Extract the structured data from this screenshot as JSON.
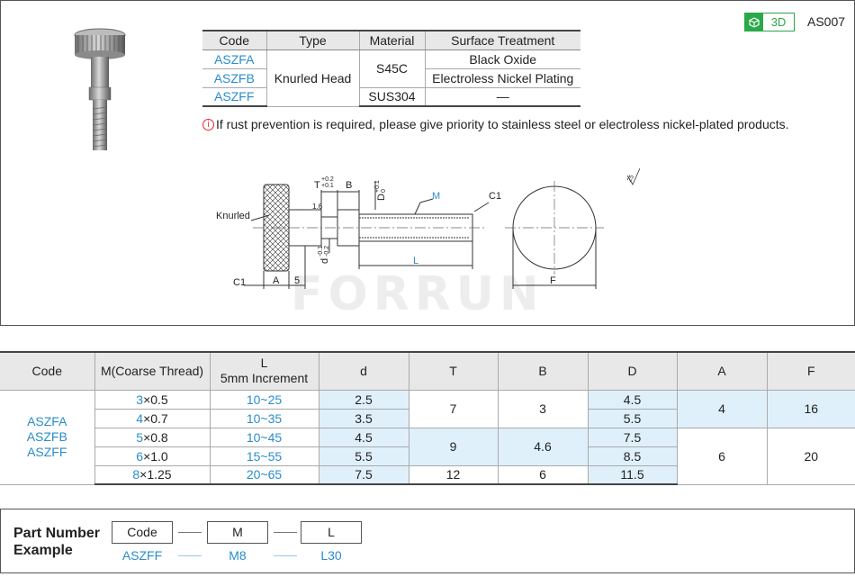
{
  "header": {
    "badge_label": "3D",
    "badge_icon": "cube-icon",
    "model_code": "AS007",
    "accent": "#2aa84a",
    "link_color": "#2a8ccc"
  },
  "material_table": {
    "headers": [
      "Code",
      "Type",
      "Material",
      "Surface Treatment"
    ],
    "codes": [
      "ASZFA",
      "ASZFB",
      "ASZFF"
    ],
    "type": "Knurled Head",
    "materials": [
      "S45C",
      "SUS304"
    ],
    "surface": [
      "Black Oxide",
      "Electroless Nickel Plating",
      "—"
    ]
  },
  "note": {
    "icon": "info-icon",
    "text": "If rust prevention is required, please give priority to stainless steel or electroless nickel-plated products."
  },
  "drawing": {
    "labels": {
      "knurled": "Knurled",
      "c1_left": "C1",
      "c1_right": "C1",
      "a": "A",
      "five": "5",
      "t": "T",
      "t_tol_top": "+0.2",
      "t_tol_bot": "+0.1",
      "b": "B",
      "d_upper": "D",
      "d_upper_tol_top": "+0.1",
      "d_upper_tol_bot": "0",
      "m": "M",
      "l": "L",
      "d_lower": "d",
      "d_lower_tol_top": "-0.1",
      "d_lower_tol_bot": "-0.2",
      "f": "F",
      "r16": "1.6",
      "r25": "25"
    },
    "watermark": "FORRUN"
  },
  "spec_table": {
    "headers": {
      "code": "Code",
      "m": "M(Coarse Thread)",
      "l_line1": "L",
      "l_line2": "5mm Increment",
      "d": "d",
      "t": "T",
      "b": "B",
      "D": "D",
      "a": "A",
      "f": "F"
    },
    "codes": [
      "ASZFA",
      "ASZFB",
      "ASZFF"
    ],
    "rows": [
      {
        "m_size": "3",
        "m_pitch": "×0.5",
        "l": "10~25",
        "d": "2.5",
        "D": "4.5"
      },
      {
        "m_size": "4",
        "m_pitch": "×0.7",
        "l": "10~35",
        "d": "3.5",
        "D": "5.5"
      },
      {
        "m_size": "5",
        "m_pitch": "×0.8",
        "l": "10~45",
        "d": "4.5",
        "D": "7.5"
      },
      {
        "m_size": "6",
        "m_pitch": "×1.0",
        "l": "15~55",
        "d": "5.5",
        "D": "8.5"
      },
      {
        "m_size": "8",
        "m_pitch": "×1.25",
        "l": "20~65",
        "d": "7.5",
        "D": "11.5"
      }
    ],
    "t_groups": [
      "7",
      "9",
      "12"
    ],
    "b_groups": [
      "3",
      "4.6",
      "6"
    ],
    "a_groups": [
      "4",
      "6"
    ],
    "f_groups": [
      "16",
      "20"
    ]
  },
  "part_number": {
    "title_line1": "Part Number",
    "title_line2": "Example",
    "fields": [
      "Code",
      "M",
      "L"
    ],
    "values": [
      "ASZFF",
      "M8",
      "L30"
    ]
  }
}
